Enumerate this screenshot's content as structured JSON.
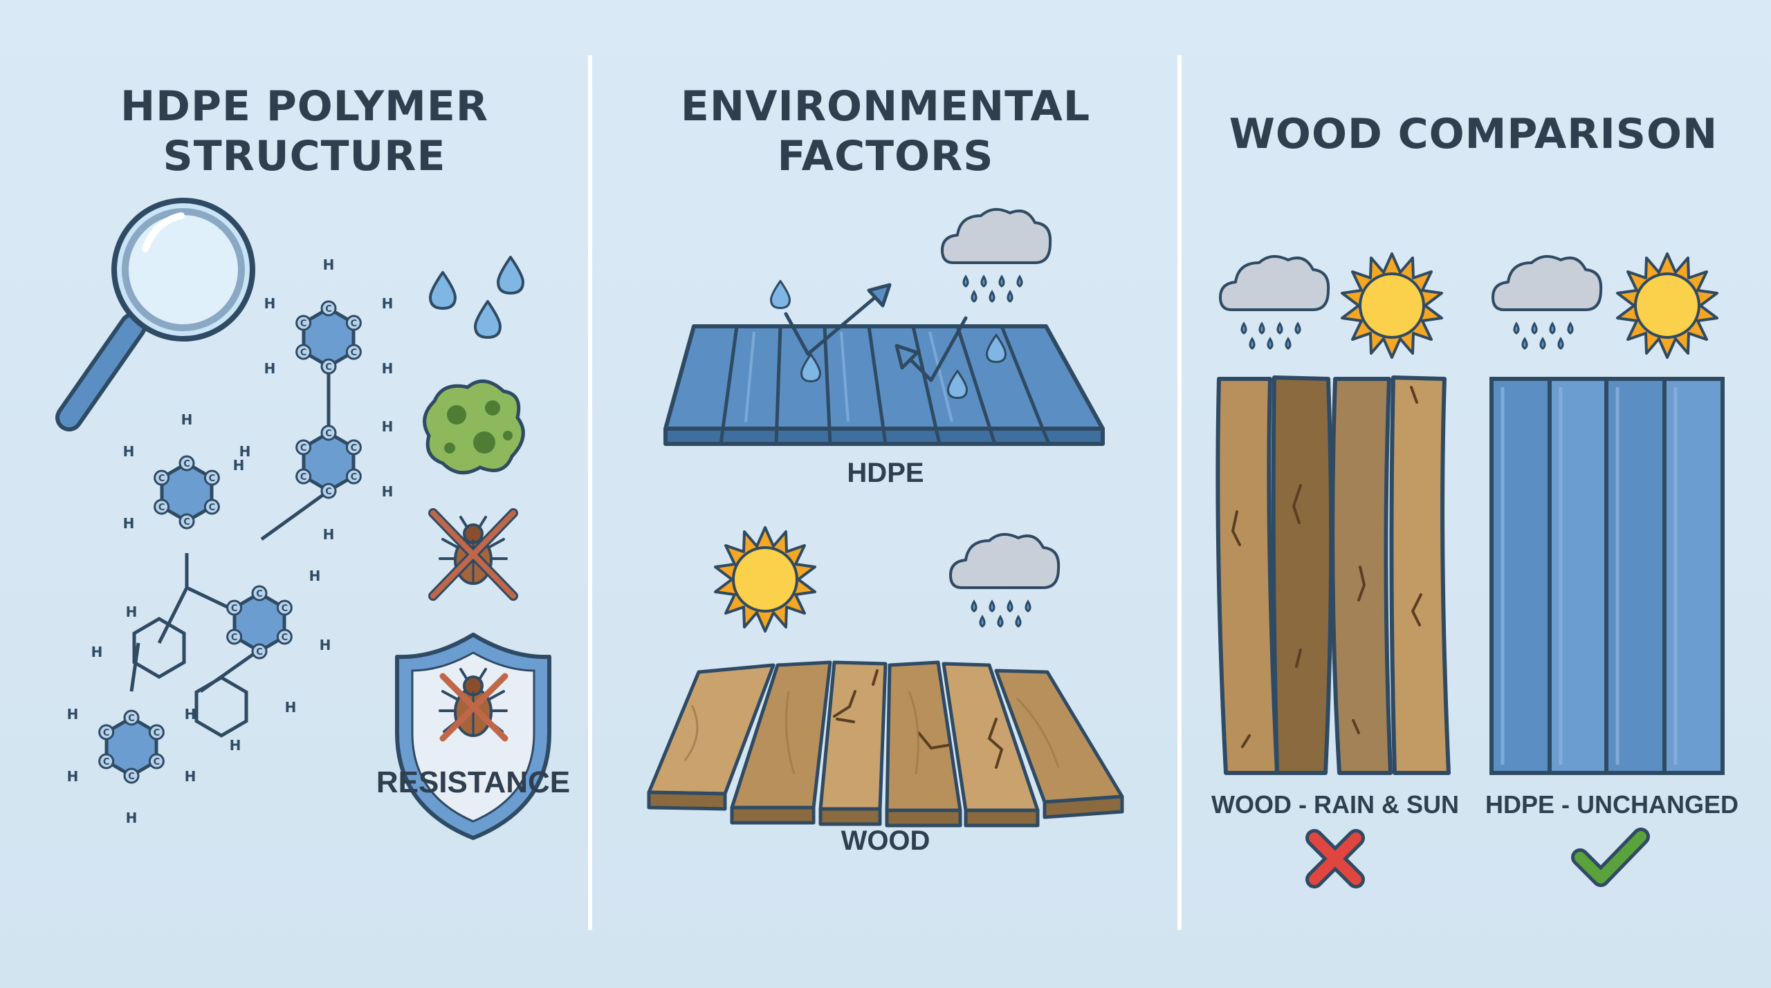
{
  "panels": [
    {
      "title_line1": "HDPE POLYMER",
      "title_line2": "STRUCTURE"
    },
    {
      "title_line1": "ENVIRONMENTAL",
      "title_line2": "FACTORS"
    },
    {
      "title_line1": "WOOD COMPARISON",
      "title_line2": ""
    }
  ],
  "resistance_label": "RESISTANCE",
  "hdpe_label": "HDPE",
  "wood_label": "WOOD",
  "wood_rain_sun_label": "WOOD - RAIN & SUN",
  "hdpe_unchanged_label": "HDPE - UNCHANGED",
  "atom_carbon": "C",
  "atom_hydrogen": "H",
  "colors": {
    "background": "#d6e6f2",
    "outline": "#2f4a63",
    "hdpe_blue": "#5b8fc4",
    "hdpe_light": "#8ab3dc",
    "wood": "#b08a5a",
    "wood_dark": "#8a6a3e",
    "sun": "#f5b731",
    "sun_core": "#fbd04a",
    "cloud": "#c5ccd6",
    "rain": "#5b9bd5",
    "cross_red": "#e0463f",
    "check_green": "#5aa23c",
    "mold_green": "#7ea34a"
  },
  "icons": [
    "magnifier-icon",
    "water-drop-icon",
    "mold-icon",
    "bug-crossed-icon",
    "shield-icon",
    "sun-icon",
    "rain-cloud-icon",
    "cross-icon",
    "check-icon"
  ]
}
